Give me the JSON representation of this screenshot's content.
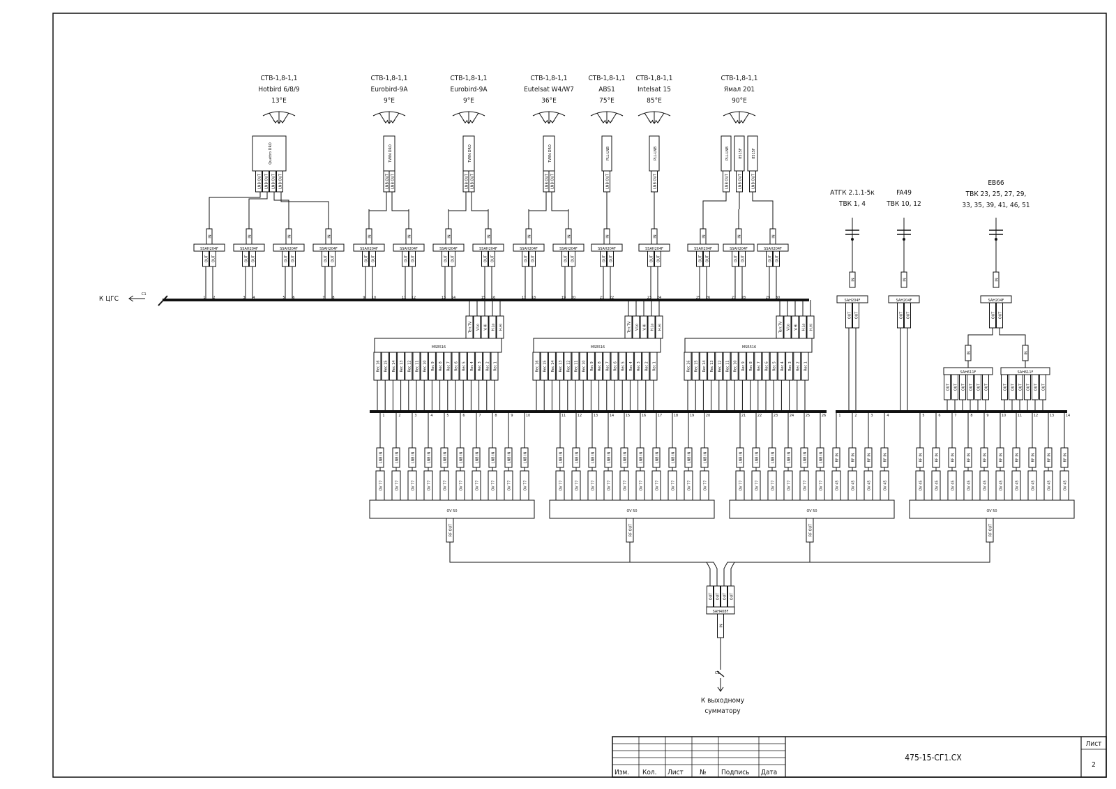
{
  "sources": [
    {
      "model": "СТВ-1,8-1,1",
      "satellite": "Hotbird 6/8/9",
      "position": "13°E",
      "converter": "Quattro DRO"
    },
    {
      "model": "СТВ-1,8-1,1",
      "satellite": "Eurobird-9A",
      "position": "9°E",
      "converter": "TWIN DRO"
    },
    {
      "model": "СТВ-1,8-1,1",
      "satellite": "Eurobird-9A",
      "position": "9°E",
      "converter": "TWIN DRO"
    },
    {
      "model": "СТВ-1,8-1,1",
      "satellite": "Eutelsat W4/W7",
      "position": "36°E",
      "converter": "TWIN DRO"
    },
    {
      "model": "СТВ-1,8-1,1",
      "satellite": "ABS1",
      "position": "75°E",
      "converter": "PLL-LNB"
    },
    {
      "model": "СТВ-1,8-1,1",
      "satellite": "Intelsat 15",
      "position": "85°E",
      "converter": "PLL-LNB"
    },
    {
      "model": "СТВ-1,8-1,1",
      "satellite": "Ямал 201",
      "position": "90°E",
      "converter": "PLL-LNB"
    }
  ],
  "yamal_extra_converters": [
    "8515F",
    "8515F"
  ],
  "terrestrial": [
    {
      "name": "АТГК 2.1.1-5к",
      "channels": "ТВК 1, 4"
    },
    {
      "name": "FA49",
      "channels": "ТВК 10, 12"
    },
    {
      "name": "EB66",
      "channels": "ТВК 23, 25, 27, 29,",
      "channels2": "33, 35, 39, 41, 46, 51"
    }
  ],
  "labels": {
    "lnb_out": "LNB OUT",
    "in": "IN",
    "out": "OUT",
    "ssah": "SSAH204F",
    "sah204": "SAH204F",
    "sah611": "SAH611F",
    "msr": "MSR516",
    "lnb_in": "LNB IN",
    "rf_in": "RF IN",
    "ov77": "OV 77",
    "ov45": "OV 45",
    "ov50": "OV 50",
    "rf_out": "RF OUT",
    "sah408": "SAH408F",
    "terr": "Terr.TV",
    "vlo": "V.Lo",
    "vhi": "V.Hi",
    "hlo": "H.Lo",
    "hhi": "H.Hi",
    "to_cgs": "К ЦГС",
    "c1": "C1",
    "c2": "C2",
    "out_line1": "К выходному",
    "out_line2": "сумматору"
  },
  "title_block": {
    "doc_code": "475-15-СГ1.СХ",
    "sheet_label": "Лист",
    "sheet_no": "2",
    "headers": [
      "Изм.",
      "Кол.",
      "Лист",
      "№",
      "Подпись",
      "Дата"
    ]
  }
}
